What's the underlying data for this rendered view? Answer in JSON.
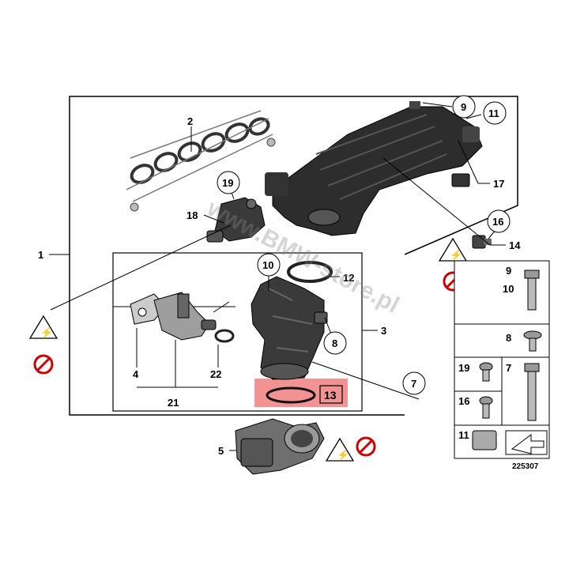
{
  "diagram": {
    "watermark": "www.BMW-store.pl",
    "part_numbers": {
      "p1": "1",
      "p2": "2",
      "p3": "3",
      "p4": "4",
      "p5": "5",
      "p7": "7",
      "p8": "8",
      "p9": "9",
      "p10": "10",
      "p11": "11",
      "p12": "12",
      "p13": "13",
      "p14": "14",
      "p16": "16",
      "p17": "17",
      "p18": "18",
      "p19": "19",
      "p21": "21",
      "p22": "22"
    },
    "legend": {
      "r1_top": "9",
      "r1_bottom": "10",
      "r2": "8",
      "r3_left": "19",
      "r3_right": "7",
      "r4_left": "16",
      "r5_left": "11"
    },
    "diagram_id": "225307",
    "highlight_color": "#f08080"
  }
}
